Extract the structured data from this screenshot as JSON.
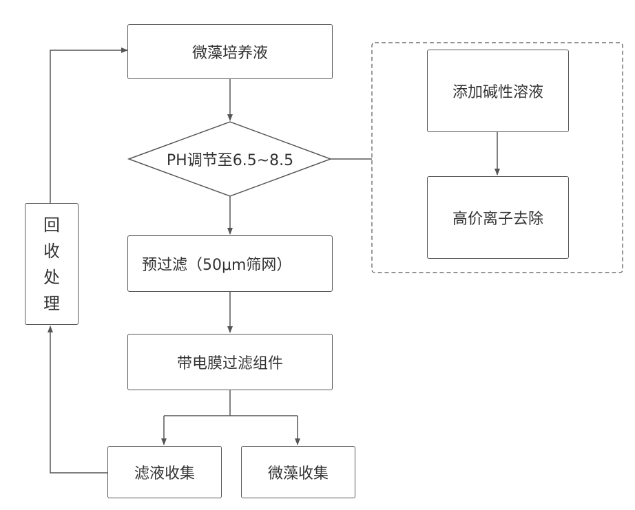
{
  "nodes": {
    "culture": "微藻培养液",
    "ph": "PH调节至6.5~8.5",
    "prefilter": "预过滤（50μm筛网）",
    "membrane": "带电膜过滤组件",
    "filtrate": "滤液收集",
    "algae": "微藻收集",
    "alkali": "添加碱性溶液",
    "ions": "高价离子去除",
    "recycle": [
      "回",
      "收",
      "处",
      "理"
    ]
  },
  "colors": {
    "line": "#555555",
    "text": "#333333"
  }
}
